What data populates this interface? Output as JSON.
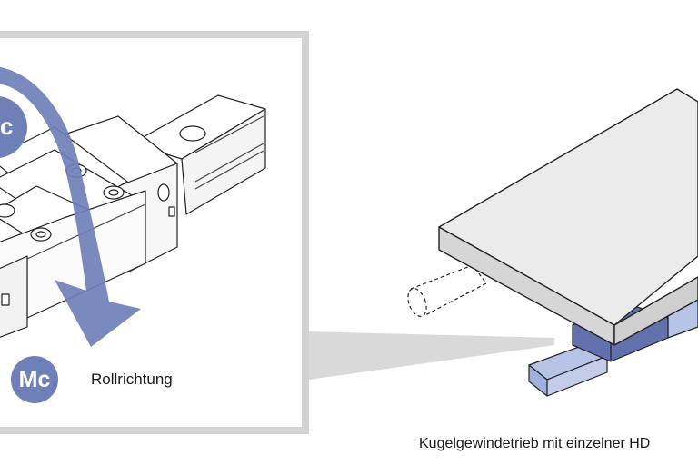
{
  "diagram": {
    "moment_badge_label": "Mc",
    "moment_partial_label": "c",
    "roll_direction_label": "Rollrichtung",
    "caption": "Kugelgewindetrieb mit einzelner HD",
    "colors": {
      "arrow": "#6f7fb8",
      "badge": "#6f7fb8",
      "frame": "#d2d2d2",
      "table_top": "#ebebeb",
      "table_side": "#d6d6d6",
      "rail": "#b7c4e8",
      "block": "#6270ad"
    }
  }
}
